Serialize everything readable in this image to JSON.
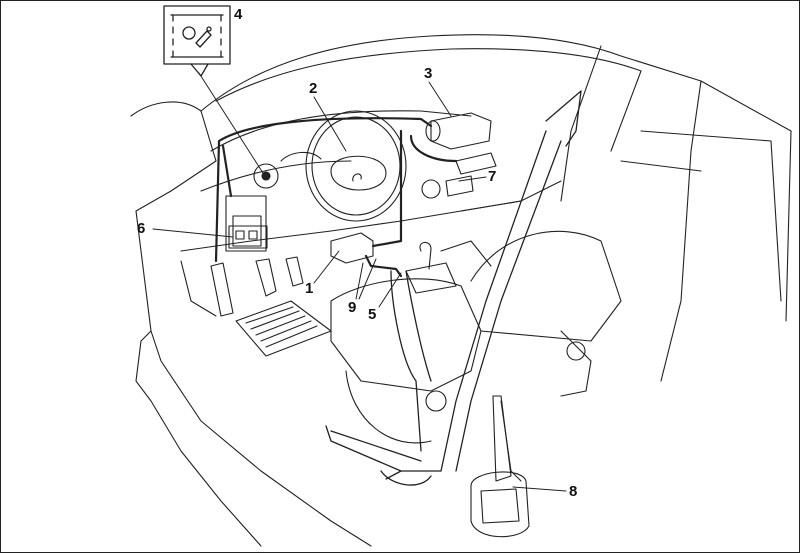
{
  "diagram": {
    "callouts": [
      {
        "id": "1"
      },
      {
        "id": "2"
      },
      {
        "id": "3"
      },
      {
        "id": "4"
      },
      {
        "id": "5"
      },
      {
        "id": "6"
      },
      {
        "id": "7"
      },
      {
        "id": "8"
      },
      {
        "id": "9"
      }
    ]
  }
}
